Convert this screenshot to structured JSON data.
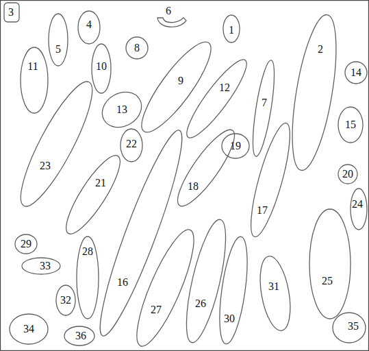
{
  "diagram": {
    "labels": [
      "3",
      "4",
      "6",
      "1",
      "5",
      "8",
      "2",
      "11",
      "10",
      "14",
      "9",
      "12",
      "7",
      "13",
      "15",
      "22",
      "19",
      "23",
      "20",
      "21",
      "18",
      "24",
      "17",
      "29",
      "28",
      "33",
      "25",
      "16",
      "31",
      "32",
      "26",
      "27",
      "30",
      "35",
      "34",
      "36"
    ]
  }
}
